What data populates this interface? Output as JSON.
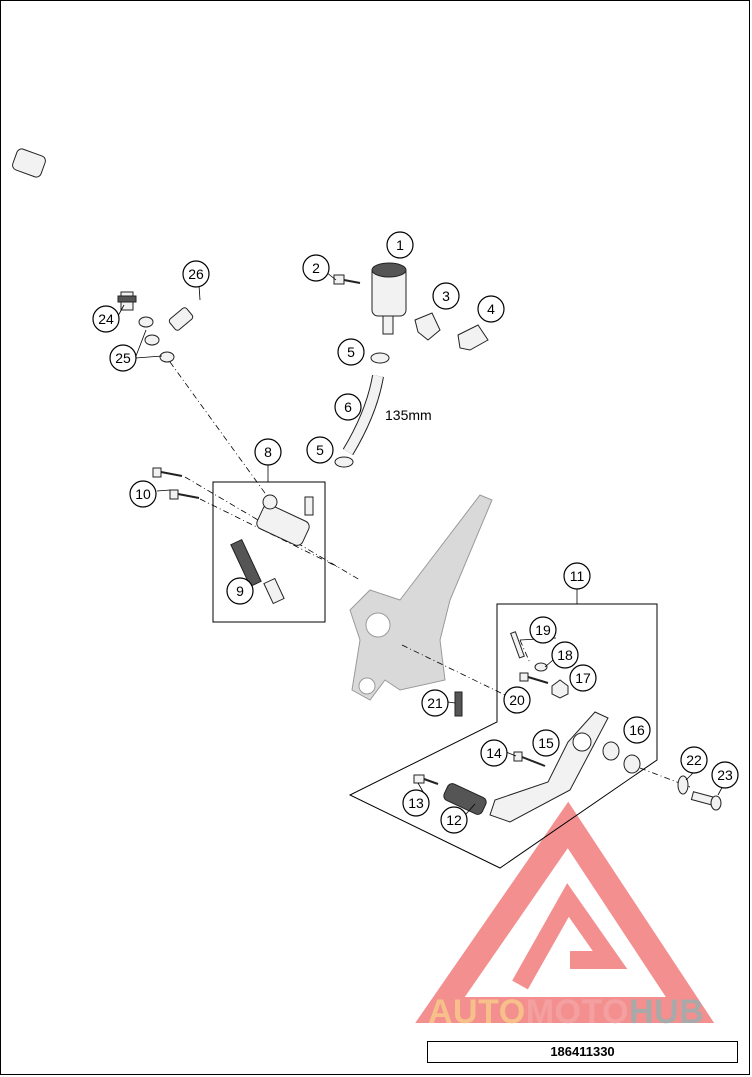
{
  "diagram": {
    "callouts": [
      "1",
      "2",
      "3",
      "4",
      "5",
      "5",
      "6",
      "8",
      "9",
      "10",
      "11",
      "12",
      "13",
      "14",
      "15",
      "16",
      "17",
      "18",
      "19",
      "20",
      "21",
      "22",
      "23",
      "24",
      "25",
      "26"
    ],
    "dimension_label": "135mm",
    "drawing_number": "186411330"
  },
  "watermark": {
    "part1": "AUTO",
    "part2": "MOTO",
    "part3": "HUB",
    "colors": {
      "auto": "#f7c08a",
      "moto": "#f4a0a0",
      "hub": "#a9a9a9",
      "logo": "#ef6a6a"
    }
  }
}
